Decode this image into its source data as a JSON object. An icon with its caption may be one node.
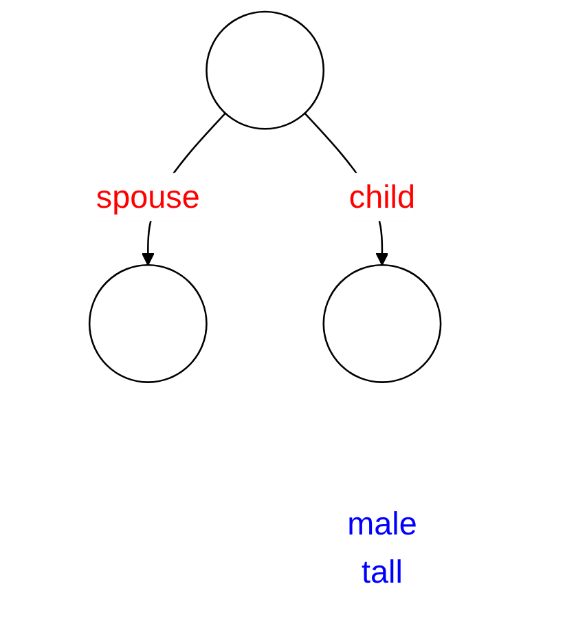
{
  "diagram": {
    "nodes": [
      {
        "text": [],
        "shape": "circle"
      },
      {
        "text": [],
        "shape": "circle"
      },
      {
        "text": [],
        "shape": "circle",
        "beside": [
          "male",
          "tall"
        ]
      }
    ],
    "edges": [
      {
        "from": 0,
        "to": 1,
        "arrow": "to",
        "label": "spouse"
      },
      {
        "from": 0,
        "to": 2,
        "arrow": "to",
        "label": "child"
      }
    ]
  }
}
